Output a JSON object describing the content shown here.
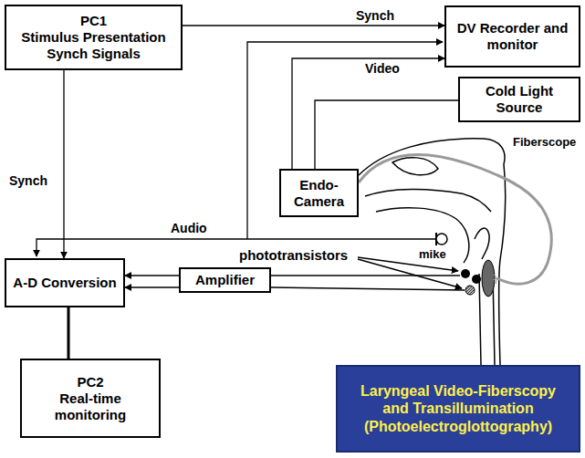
{
  "diagram": {
    "nodes": [
      {
        "text": [
          "PC1",
          "Stimulus Presentation Synch Signals"
        ]
      },
      {
        "text": [
          "DV Recorder and monitor"
        ]
      },
      {
        "text": [
          "Cold Light Source"
        ]
      },
      {
        "text": [
          "Endo- Camera"
        ]
      },
      {
        "text": [
          "A-D Conversion"
        ]
      },
      {
        "text": [
          "Amplifier"
        ]
      },
      {
        "text": [
          "PC2",
          "Real-time monitoring"
        ]
      },
      {
        "text": [
          "Laryngeal Video-Fiberscopy and Transillumination (Photoelectroglottography)"
        ]
      }
    ],
    "edges": [
      {
        "from": 0,
        "to": 1,
        "arrow": "to",
        "label": "Synch"
      },
      {
        "from": 0,
        "to": 4,
        "arrow": "to",
        "label": "Synch"
      },
      {
        "from": 3,
        "to": 1,
        "arrow": "to",
        "label": "Video"
      },
      {
        "from": 2,
        "to": 3,
        "arrow": "none"
      },
      {
        "from": 5,
        "to": 4,
        "arrow": "to"
      },
      {
        "from": 5,
        "to": 4,
        "arrow": "to"
      },
      {
        "from": 4,
        "to": 6,
        "arrow": "none"
      }
    ],
    "labels": [
      "Audio",
      "mike",
      "phototransistors",
      "Fiberscope"
    ]
  }
}
